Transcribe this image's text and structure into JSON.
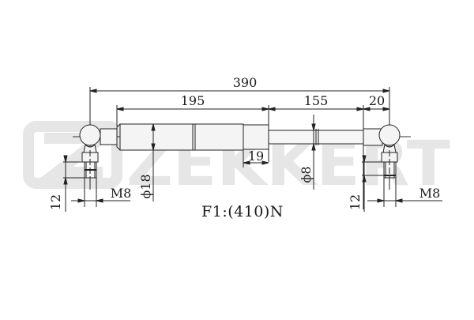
{
  "diagram": {
    "type": "gas-spring-technical-drawing",
    "watermark": {
      "brand": "ZEKKERT",
      "color": "#e5e5e5"
    },
    "line_color": "#222222",
    "dimensions": {
      "overall_length": "390",
      "body_length": "195",
      "rod_length": "155",
      "end_fitting_length": "20",
      "body_end_section": "19",
      "body_diameter": "ϕ18",
      "rod_diameter": "ϕ8",
      "left_thread_length": "12",
      "right_thread_length": "12",
      "left_thread": "M8",
      "right_thread": "M8"
    },
    "force_label": "F1:(410)N"
  }
}
